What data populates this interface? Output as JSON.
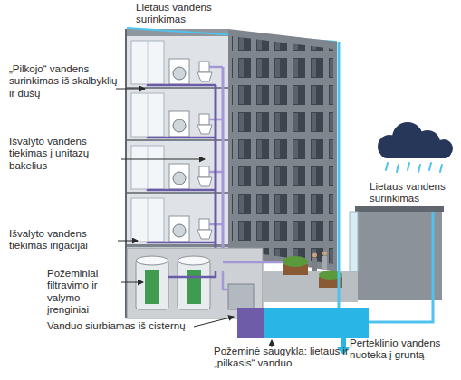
{
  "diagram": {
    "labels": [
      "Lietaus vandens surinkimas",
      "„Pilkojo“ vandens surinkimas iš skalbyklių ir dušų",
      "Išvalyto vandens tiekimas į unitazų bakelius",
      "Išvalyto vandens tiekimas irigacijai",
      "Požeminiai filtravimo ir valymo įrenginiai",
      "Vanduo siurbiamas iš cisternų",
      "Požeminė saugykla: lietaus ir „pilkasis“ vanduo",
      "Lietaus vandens surinkimas",
      "Perteklinio vandens nuoteka į gruntą"
    ]
  }
}
